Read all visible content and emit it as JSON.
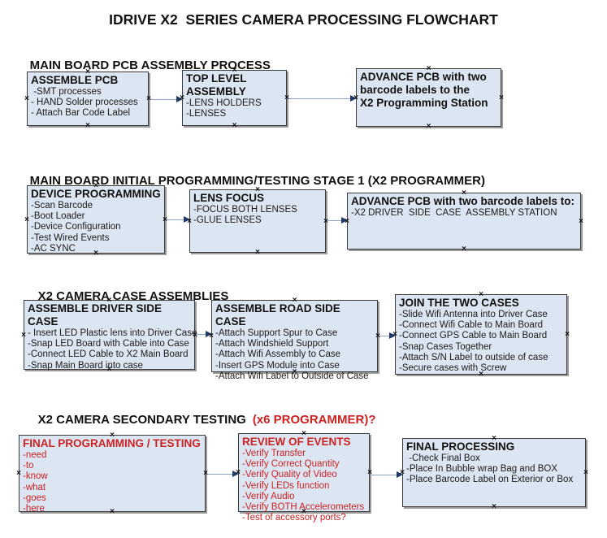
{
  "title": "IDRIVE X2  SERIES CAMERA PROCESSING FLOWCHART",
  "colors": {
    "box_fill": "#dce6f2",
    "box_border": "#3a3a3a",
    "accent_red": "#cc2222",
    "arrow_line": "#8fa3c8",
    "arrow_head": "#1f3a68"
  },
  "sections": [
    {
      "label": "MAIN BOARD PCB ASSEMBLY PROCESS"
    },
    {
      "label": "MAIN BOARD INITIAL PROGRAMMING/TESTING STAGE 1 (X2 PROGRAMMER)"
    },
    {
      "label": "X2 CAMERA CASE ASSEMBLIES"
    },
    {
      "label": "X2 CAMERA SECONDARY TESTING",
      "accent": "(x6 PROGRAMMER)?"
    }
  ],
  "boxes": [
    {
      "title": "ASSEMBLE PCB",
      "items": [
        " -SMT processes",
        "- HAND Solder processes",
        "- Attach Bar Code Label"
      ]
    },
    {
      "title": "TOP LEVEL ASSEMBLY",
      "items": [
        "-LENS HOLDERS",
        "-LENSES"
      ]
    },
    {
      "title": "ADVANCE PCB with two\nbarcode labels to the\n X2 Programming Station",
      "items": []
    },
    {
      "title": "DEVICE PROGRAMMING",
      "items": [
        "-Scan Barcode",
        "-Boot Loader",
        "-Device Configuration",
        "-Test Wired Events",
        "-AC SYNC"
      ]
    },
    {
      "title": "LENS FOCUS",
      "items": [
        "-FOCUS BOTH LENSES",
        "-GLUE LENSES"
      ]
    },
    {
      "title": "ADVANCE PCB with two barcode labels to:",
      "items": [
        "-X2 DRIVER  SIDE  CASE  ASSEMBLY STATION"
      ]
    },
    {
      "title": "ASSEMBLE DRIVER SIDE CASE",
      "items": [
        "- Insert LED Plastic lens into Driver Case",
        "-Snap LED Board with Cable into Case",
        "-Connect LED Cable to X2 Main Board",
        "-Snap Main Board into case"
      ]
    },
    {
      "title": "ASSEMBLE ROAD SIDE CASE",
      "items": [
        "-Attach Support Spur to Case",
        "-Attach Windshield Support",
        "-Attach Wifi Assembly to Case",
        "-Insert GPS Module into Case",
        "-Attach Wifi Label to Outside of Case"
      ]
    },
    {
      "title": "JOIN THE TWO CASES",
      "items": [
        "-Slide Wifi Antenna into Driver Case",
        "-Connect Wifi Cable to Main Board",
        "-Connect GPS Cable to Main Board",
        "-Snap Cases Together",
        "-Attach S/N Label to outside of case",
        "-Secure cases with Screw"
      ]
    },
    {
      "title": "FINAL PROGRAMMING / TESTING",
      "items": [
        "-need",
        "-to",
        "-know",
        "-what",
        "-goes",
        "-here"
      ]
    },
    {
      "title": "REVIEW OF EVENTS",
      "items": [
        "-Verify Transfer",
        "-Verify Correct Quantity",
        "-Verify Quality of Video",
        "-Verify LEDs function",
        "-Verify Audio",
        "-Verify BOTH Accelerometers",
        "-Test of accessory ports?"
      ]
    },
    {
      "title": "FINAL PROCESSING",
      "items": [
        " -Check Final Box",
        "-Place In Bubble wrap Bag and BOX",
        "-Place Barcode Label on Exterior or Box"
      ]
    }
  ]
}
